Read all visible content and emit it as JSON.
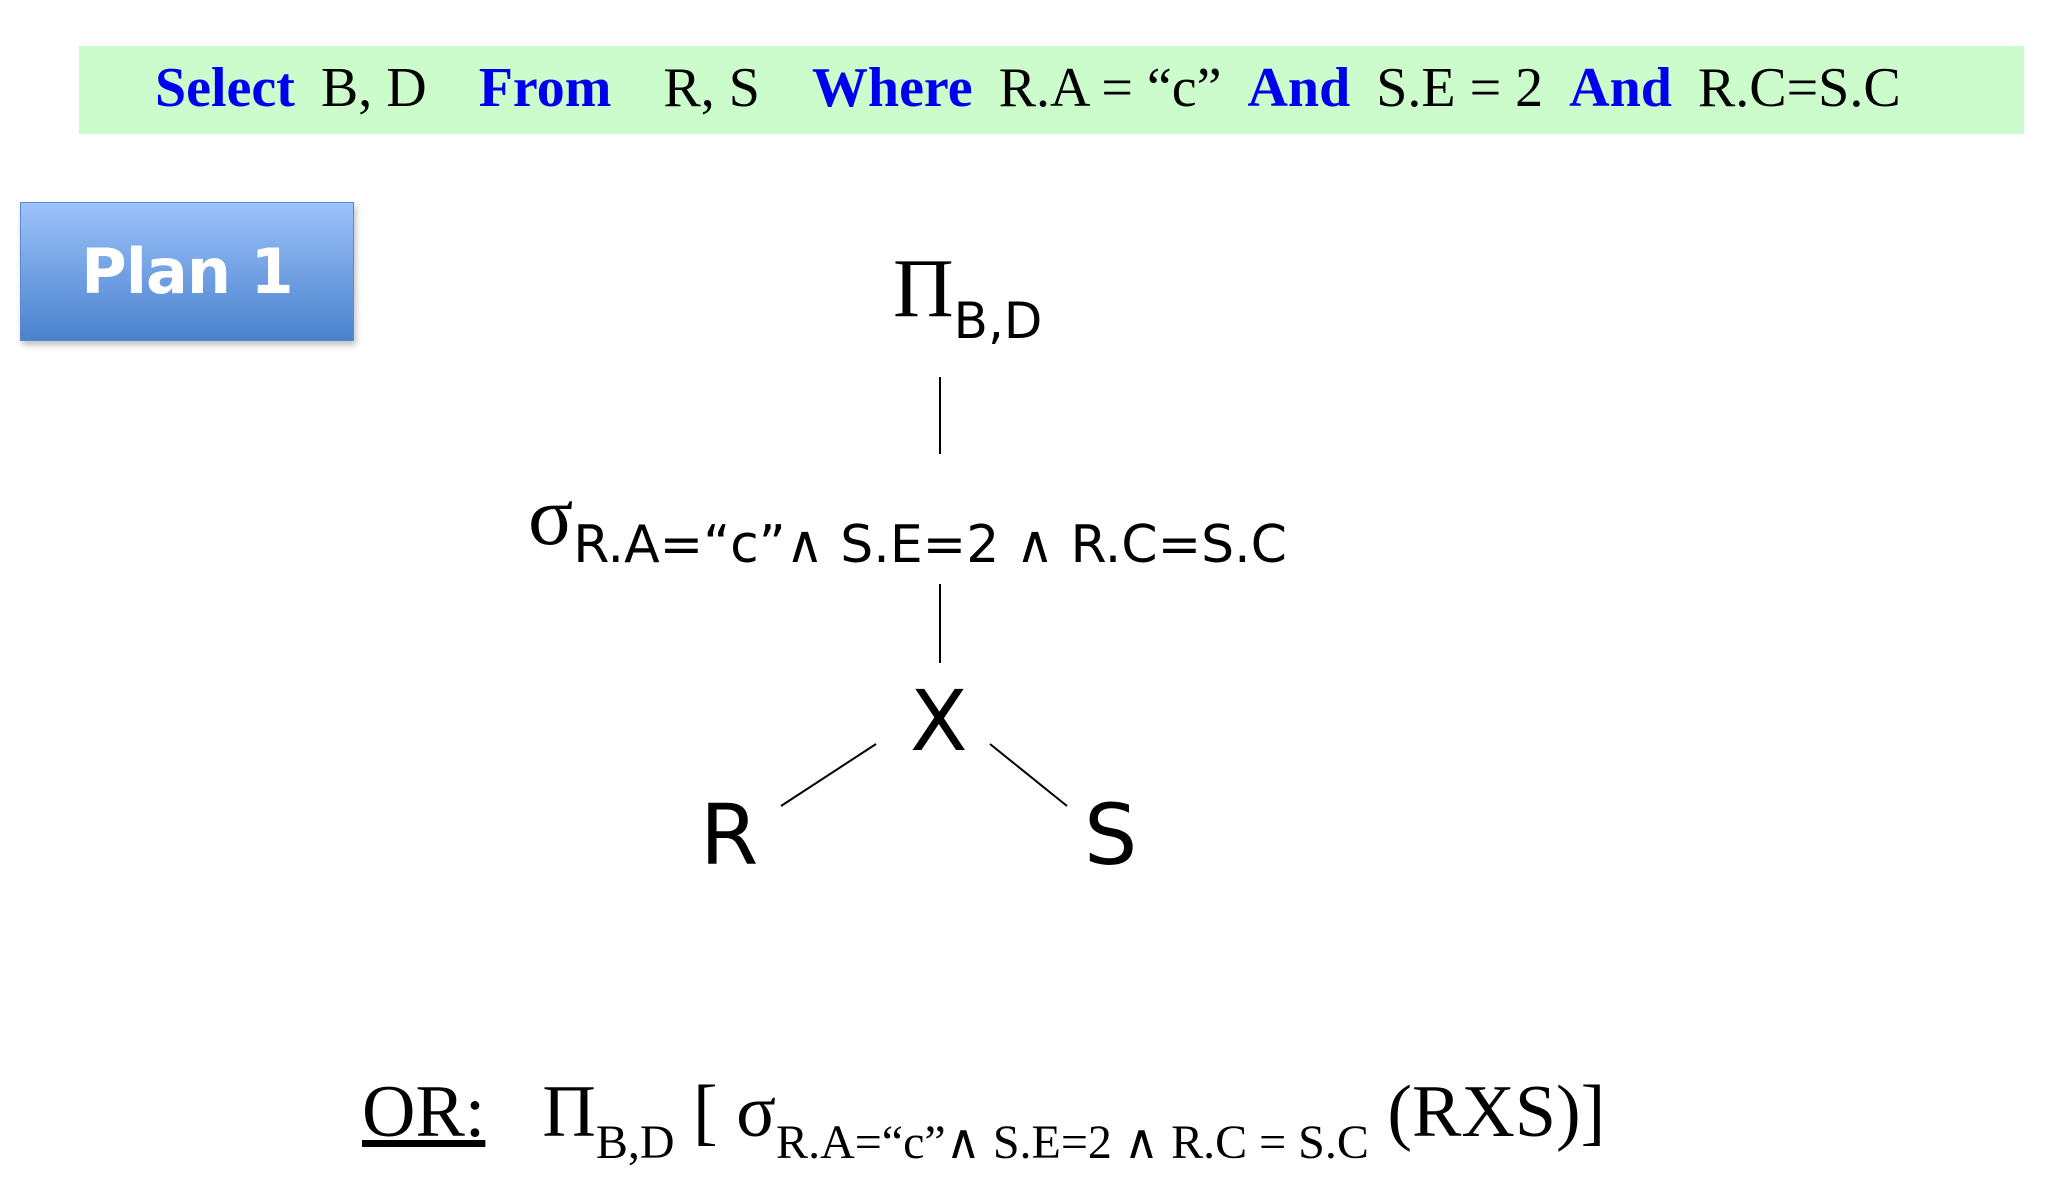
{
  "query": {
    "select_kw": "Select",
    "select_cols": "B, D",
    "from_kw": "From",
    "from_tables": "R,  S",
    "where_kw": "Where",
    "cond1": "R.A = “c”",
    "and_kw": "And",
    "cond2": "S.E = 2",
    "and_kw2": "And",
    "cond3": "R.C=S.C"
  },
  "plan_label": "Plan 1",
  "tree": {
    "projection_symbol": "Π",
    "projection_sub": "B,D",
    "selection_symbol": "σ",
    "selection_sub": "R.A=“c”∧ S.E=2 ∧ R.C=S.C",
    "join": "X",
    "left": "R",
    "right": "S"
  },
  "expression": {
    "or_label": "OR:",
    "pi": "Π",
    "pi_sub": "B,D",
    "open_bracket": "[",
    "sigma": "σ",
    "sigma_sub": "R.A=“c”∧ S.E=2 ∧ R.C = S.C",
    "operand": "(RXS)]"
  }
}
